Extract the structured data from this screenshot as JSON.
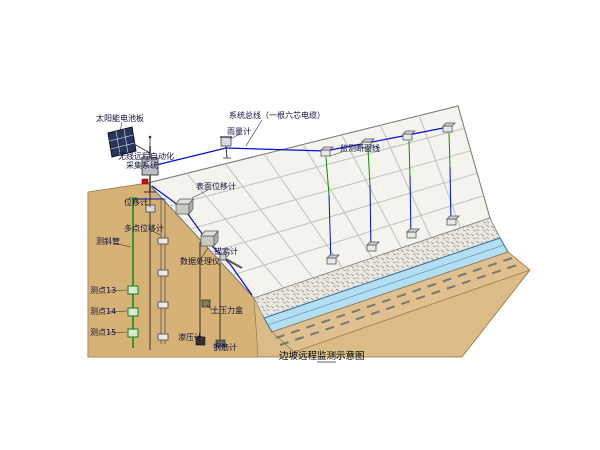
{
  "diagram": {
    "caption": "边坡远程监测示意图",
    "labels": {
      "solar_panel": "太阳能电池板",
      "system_bus": "系统总线（一根六芯电缆）",
      "rain_gauge": "雨量计",
      "monitor_section": "监测断面线",
      "wireless_line1": "无线远程自动化",
      "wireless_line2": "采集系统",
      "surface_disp": "表面位移计",
      "disp_meter": "位移计",
      "multi_disp": "多点位移计",
      "incl_tube": "测斜管",
      "data_processor": "数据处理仪",
      "anchor_meter": "锚索计",
      "point13": "测点13",
      "point14": "测点14",
      "point15": "测点15",
      "soil_pressure": "土压力盒",
      "seepage_meter": "渗压计",
      "rebar_meter": "钢筋计"
    },
    "colors": {
      "cable_blue": "#0011cc",
      "borehole_green": "#0a8a0a",
      "soil_tan": "#dcbc86",
      "soil_section_tan": "#d7b276",
      "slope_white": "#f4f3ee",
      "water_blue": "#b5dff0",
      "road_tan": "#dfc08e",
      "wall_gray": "#e9e7de",
      "alert_red": "#cc1111",
      "panel_navy": "#25355c"
    }
  }
}
